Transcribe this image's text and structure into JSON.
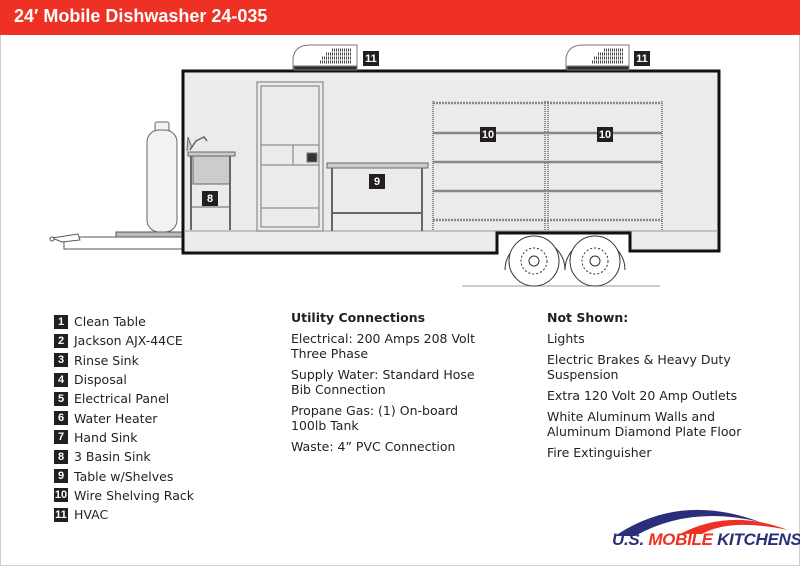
{
  "header": {
    "title": "24′ Mobile Dishwasher 24-035"
  },
  "diagram": {
    "labels": {
      "hvac": "11",
      "shelving": "10",
      "table": "9",
      "sink": "8"
    }
  },
  "legend": [
    {
      "num": "1",
      "label": "Clean Table"
    },
    {
      "num": "2",
      "label": "Jackson AJX-44CE"
    },
    {
      "num": "3",
      "label": "Rinse Sink"
    },
    {
      "num": "4",
      "label": "Disposal"
    },
    {
      "num": "5",
      "label": "Electrical Panel"
    },
    {
      "num": "6",
      "label": "Water Heater"
    },
    {
      "num": "7",
      "label": "Hand Sink"
    },
    {
      "num": "8",
      "label": "3 Basin Sink"
    },
    {
      "num": "9",
      "label": "Table w/Shelves"
    },
    {
      "num": "10",
      "label": "Wire Shelving Rack"
    },
    {
      "num": "11",
      "label": "HVAC"
    }
  ],
  "utility": {
    "heading": "Utility Connections",
    "items": [
      "Electrical: 200 Amps 208 Volt Three Phase",
      "Supply Water: Standard Hose Bib Connection",
      "Propane Gas: (1) On-board 100lb Tank",
      "Waste: 4” PVC Connection"
    ]
  },
  "not_shown": {
    "heading": "Not Shown:",
    "items": [
      "Lights",
      "Electric Brakes & Heavy Duty Suspension",
      "Extra 120 Volt 20 Amp Outlets",
      "White Aluminum Walls and Aluminum Diamond Plate Floor",
      "Fire Extinguisher"
    ]
  },
  "logo": {
    "text_1": "U.S.",
    "text_2": "MOBILE",
    "text_3": "KITCHENS",
    "colors": {
      "blue": "#2b2e7a",
      "red": "#ee3124"
    }
  }
}
